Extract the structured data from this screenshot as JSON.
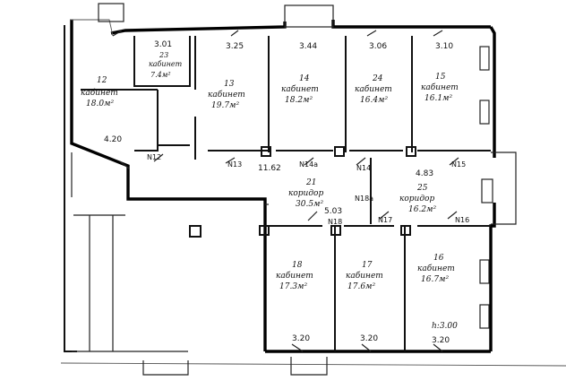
{
  "rooms": [
    {
      "id": "r13-top",
      "num": "3.01",
      "name": "кабинет",
      "area": "7.4м²",
      "num2": "23"
    },
    {
      "id": "r12",
      "num": "12",
      "name": "кабинет",
      "area": "18.0м²"
    },
    {
      "id": "r13",
      "num": "13",
      "name": "кабинет",
      "area": "19.7м²"
    },
    {
      "id": "r14",
      "num": "14",
      "name": "кабинет",
      "area": "18.2м²"
    },
    {
      "id": "r24",
      "num": "24",
      "name": "кабинет",
      "area": "16.4м²"
    },
    {
      "id": "r15",
      "num": "15",
      "name": "кабинет",
      "area": "16.1м²"
    },
    {
      "id": "r21",
      "num": "21",
      "name": "коридор",
      "area": "30.5м²"
    },
    {
      "id": "r25",
      "num": "25",
      "name": "коридор",
      "area": "16.2м²"
    },
    {
      "id": "r18",
      "num": "18",
      "name": "кабинет",
      "area": "17.3м²"
    },
    {
      "id": "r17",
      "num": "17",
      "name": "кабинет",
      "area": "17.6м²"
    },
    {
      "id": "r16",
      "num": "16",
      "name": "кабинет",
      "area": "16.7м²"
    }
  ],
  "dimensions": {
    "d1": "3.25",
    "d2": "3.44",
    "d3": "3.06",
    "d4": "3.10",
    "d5": "4.20",
    "d6": "11.62",
    "d7": "4.83",
    "d8": "5.03",
    "d9": "3.20",
    "d10": "3.20",
    "d11": "3.20",
    "height": "h:3.00"
  },
  "door_marks": {
    "n12": "N12",
    "n13": "N13",
    "n14a": "N14a",
    "n14": "N14",
    "n15": "N15",
    "n16": "N16",
    "n17": "N17",
    "n18": "N18",
    "n18a": "N18a"
  }
}
